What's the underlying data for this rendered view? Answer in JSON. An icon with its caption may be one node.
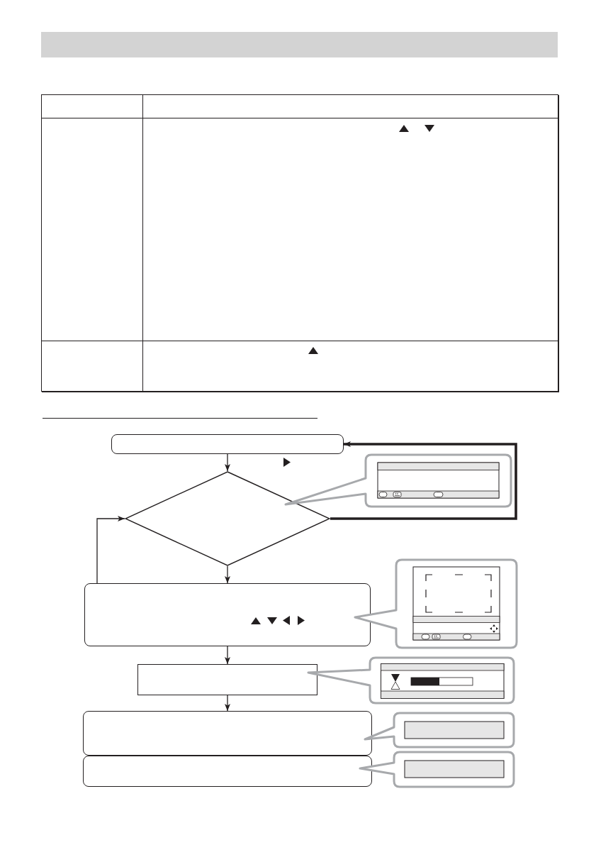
{
  "diagram": {
    "nodes": [
      {
        "text": [],
        "shape": "box"
      },
      {
        "text": [],
        "shape": "diamond"
      },
      {
        "text": [],
        "shape": "box"
      },
      {
        "text": [],
        "shape": "box"
      },
      {
        "text": [],
        "shape": "box"
      },
      {
        "text": [],
        "shape": "box"
      }
    ],
    "edges": [
      {
        "from": 0,
        "to": 1,
        "arrow": "to"
      },
      {
        "from": 1,
        "to": 0,
        "arrow": "to",
        "style": "thick"
      },
      {
        "from": 1,
        "to": 2,
        "arrow": "to"
      },
      {
        "from": 2,
        "to": 1,
        "arrow": "to"
      },
      {
        "from": 2,
        "to": 3,
        "arrow": "to"
      },
      {
        "from": 3,
        "to": 4,
        "arrow": "to"
      }
    ]
  }
}
